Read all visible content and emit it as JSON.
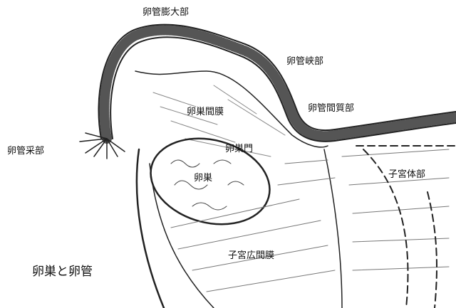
{
  "title": "卵巣と卵管",
  "labels": {
    "ampulla": "卵管膨大部",
    "isthmus": "卵管峡部",
    "mesovarium": "卵巣間膜",
    "interstitial": "卵管間質部",
    "fimbria": "卵管采部",
    "hilum": "卵巣門",
    "uterus_body": "子宮体部",
    "ovary": "卵巣",
    "broad_ligament": "子宮広間膜"
  }
}
